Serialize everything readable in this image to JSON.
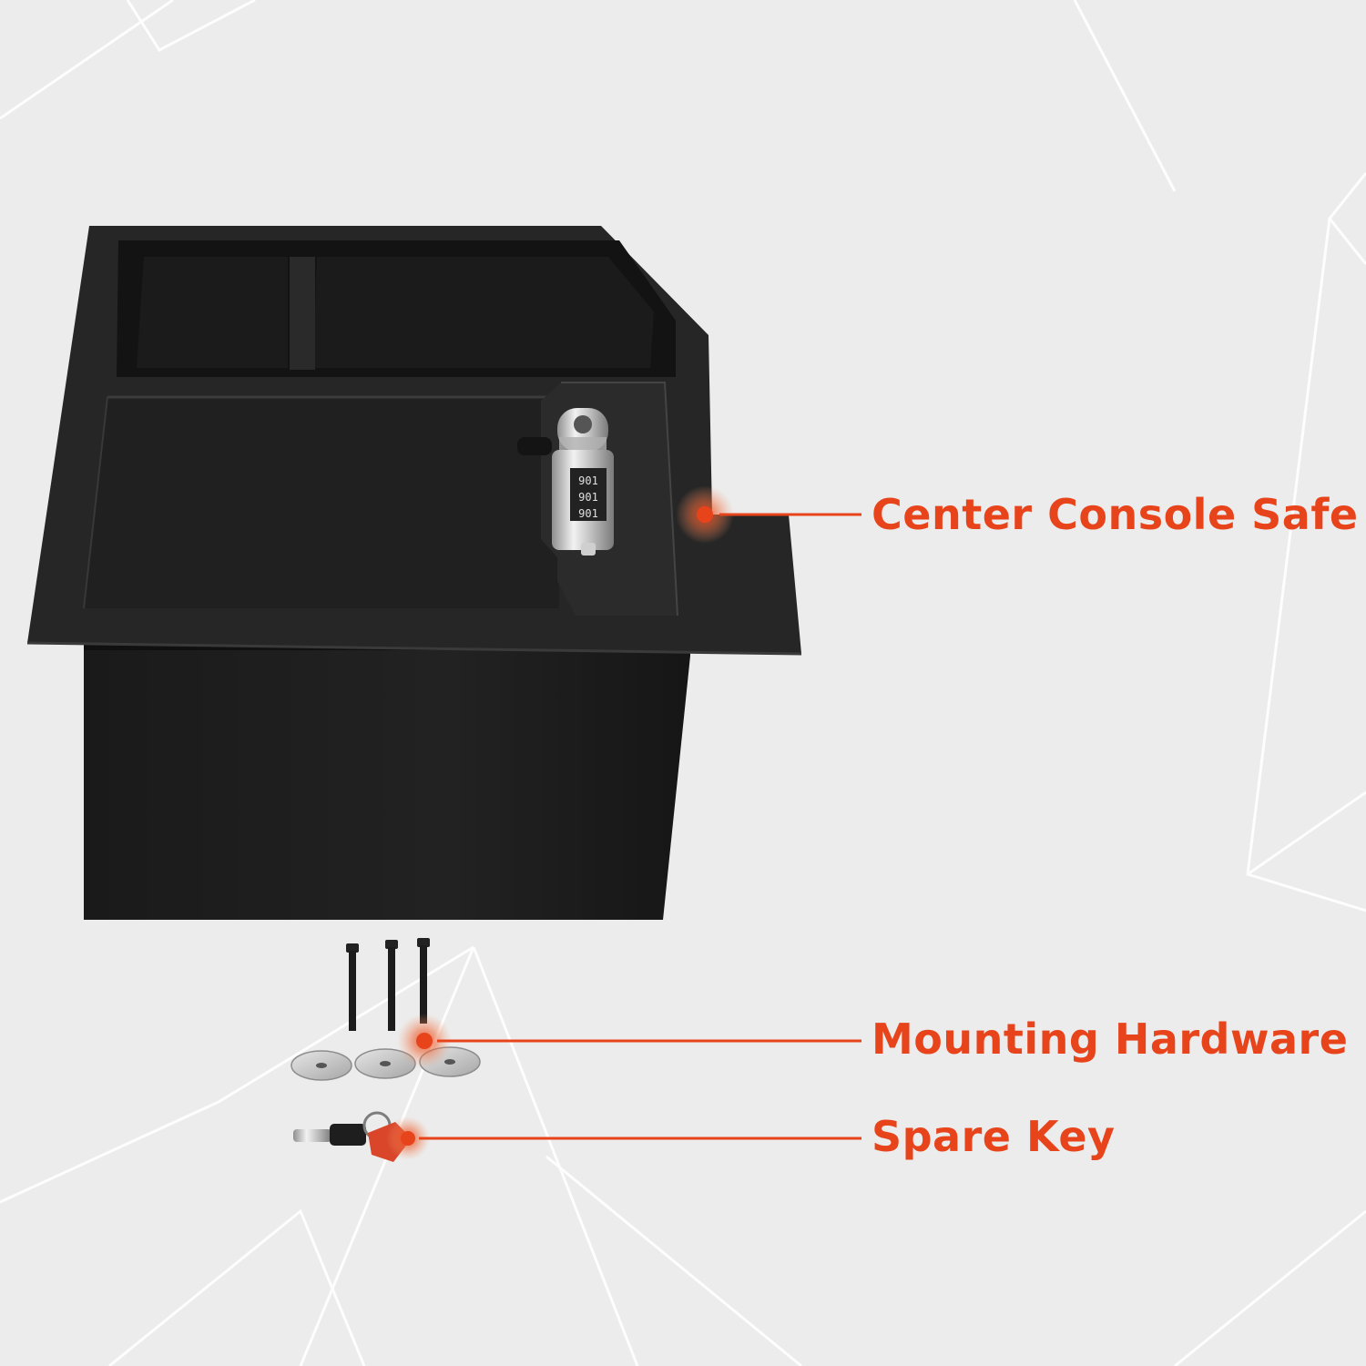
{
  "theme": {
    "background": "#ececec",
    "pattern_line": "#ffffff",
    "accent": "#e8441c",
    "safe_body": "#1e1e1e",
    "safe_top": "#262626",
    "metal": "#c9c9c9"
  },
  "callouts": [
    {
      "id": "safe",
      "label": "Center Console Safe"
    },
    {
      "id": "hardware",
      "label": "Mounting Hardware"
    },
    {
      "id": "key",
      "label": "Spare Key"
    }
  ],
  "lock": {
    "dials": [
      "901",
      "901",
      "901"
    ]
  },
  "hardware": {
    "bolt_count": 3,
    "washer_count": 3
  }
}
